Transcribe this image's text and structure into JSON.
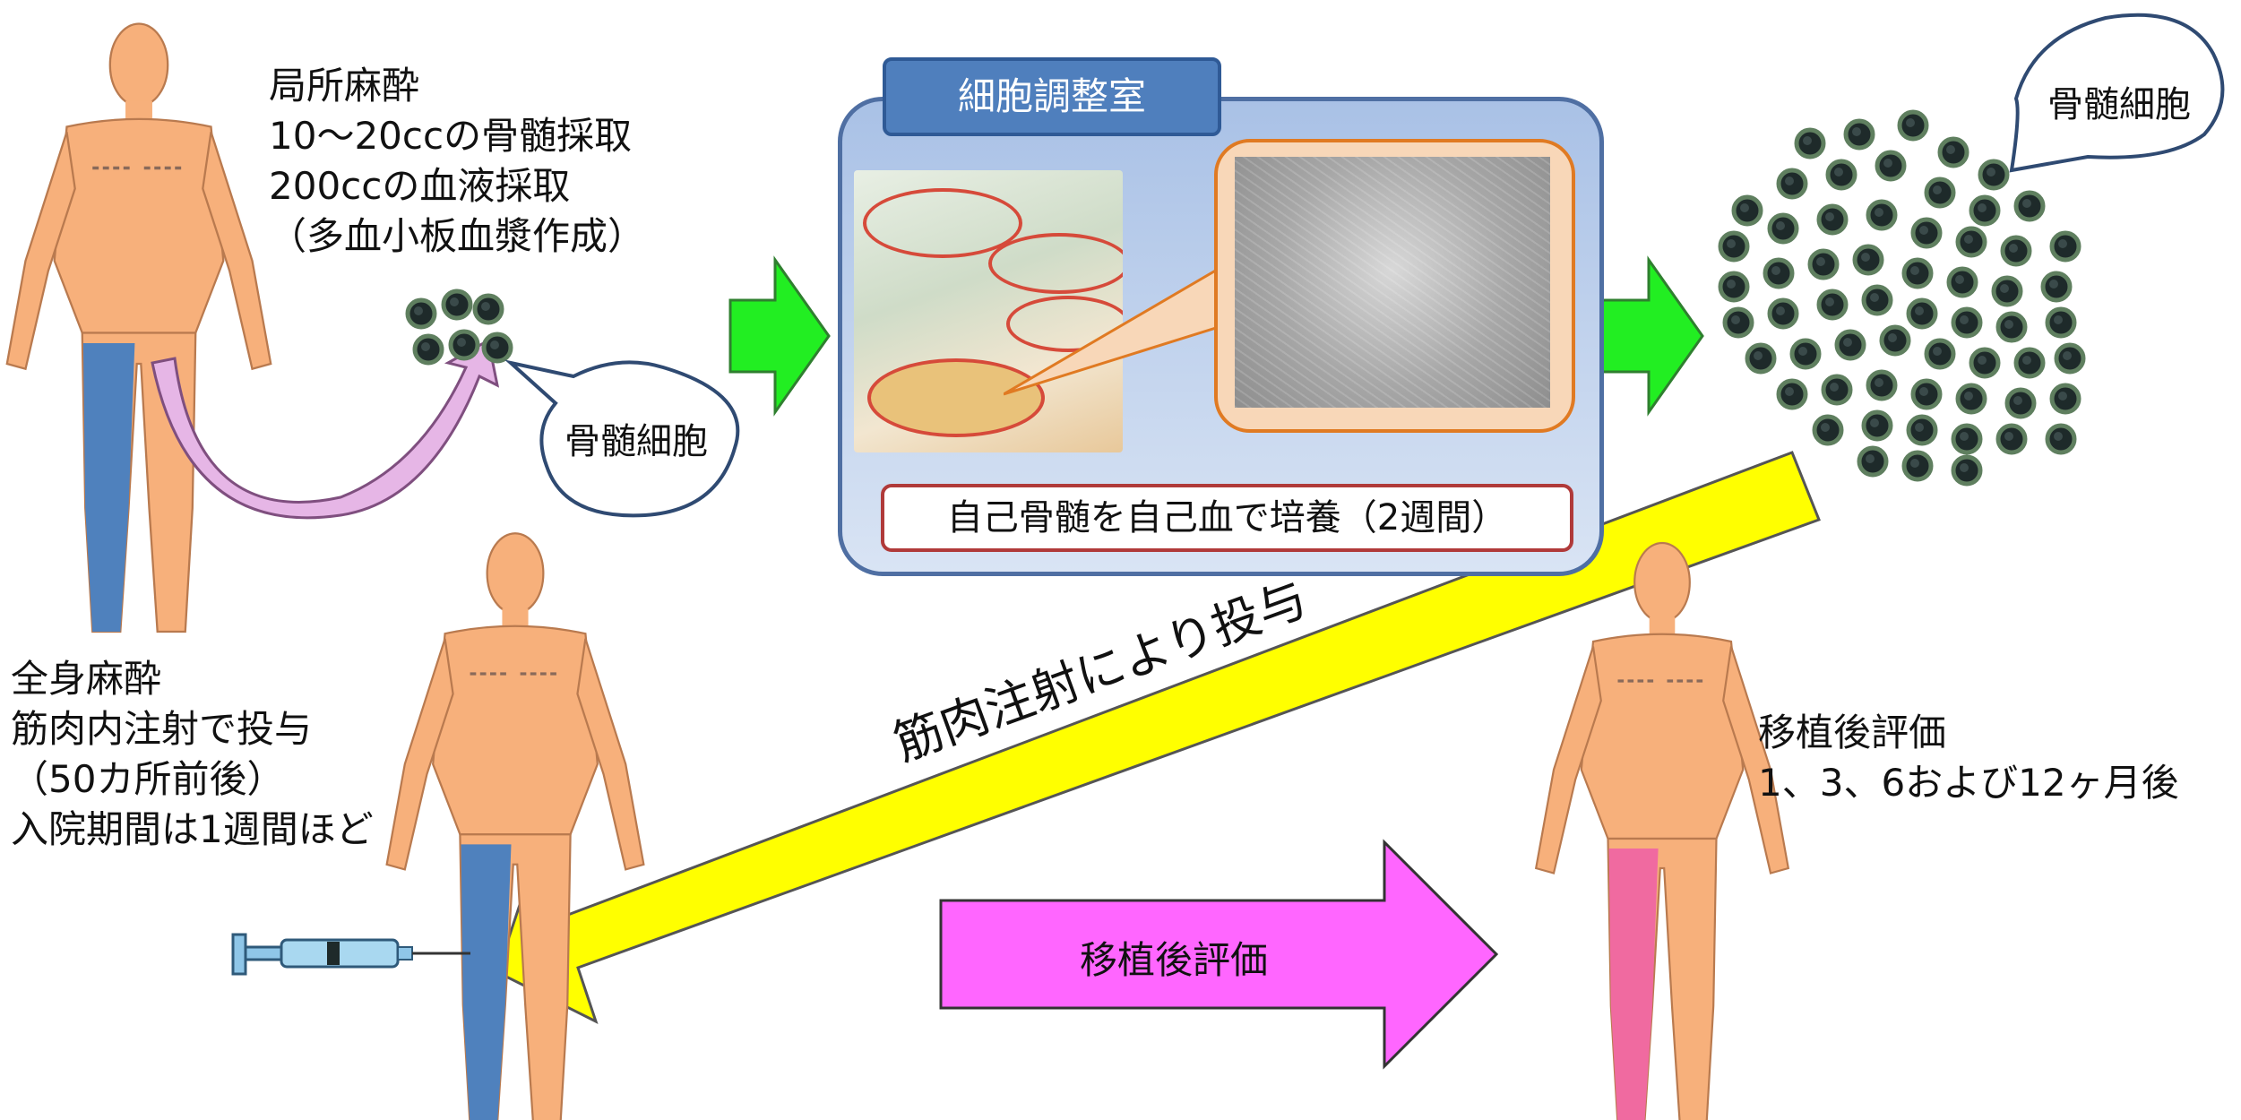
{
  "texts": {
    "top_left_lines": [
      "局所麻酔",
      "10〜20ccの骨髄採取",
      "200ccの血液採取",
      "（多血小板血漿作成）"
    ],
    "bubble_left": "骨髄細胞",
    "bubble_right": "骨髄細胞",
    "room_title": "細胞調整室",
    "room_caption": "自己骨髄を自己血で培養（2週間）",
    "yellow_arrow_label": "筋肉注射により投与",
    "bottom_left_lines": [
      "全身麻酔",
      "筋肉内注射で投与",
      "（50カ所前後）",
      "入院期間は1週間ほど"
    ],
    "magenta_arrow_label": "移植後評価",
    "bottom_right_lines": [
      "移植後評価",
      "1、3、6および12ヶ月後"
    ]
  },
  "colors": {
    "skin": "#f7b07b",
    "leg_blue": "#4f81bd",
    "leg_pink": "#f06aa0",
    "green_arrow": "#22ee22",
    "yellow_arrow": "#ffff00",
    "magenta_arrow": "#ff66ff",
    "room_blue": "#4f7fbd",
    "caption_red": "#b03a3a",
    "bubble_border": "#2f4a72"
  },
  "icons": {
    "syringe": "syringe-icon",
    "cell": "bone-marrow-cell-icon",
    "curved_arrow": "curved-arrow-icon"
  }
}
